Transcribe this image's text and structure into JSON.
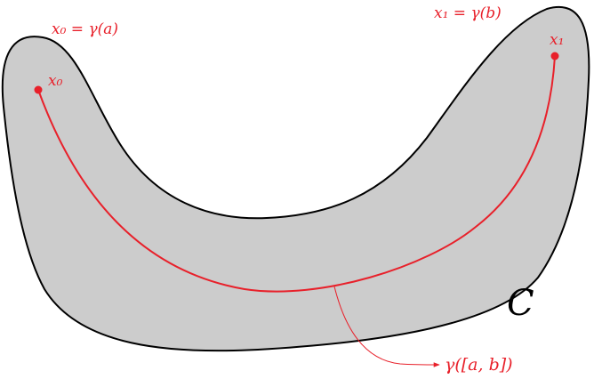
{
  "colors": {
    "region_fill": "#cccccc",
    "region_stroke": "#000000",
    "path_and_labels": "#e8202a"
  },
  "labels": {
    "start_eq": "x₀ = γ(a)",
    "end_eq": "x₁ = γ(b)",
    "start_point": "x₀",
    "end_point": "x₁",
    "set_name": "C",
    "image_of_path": "γ([a, b])"
  }
}
